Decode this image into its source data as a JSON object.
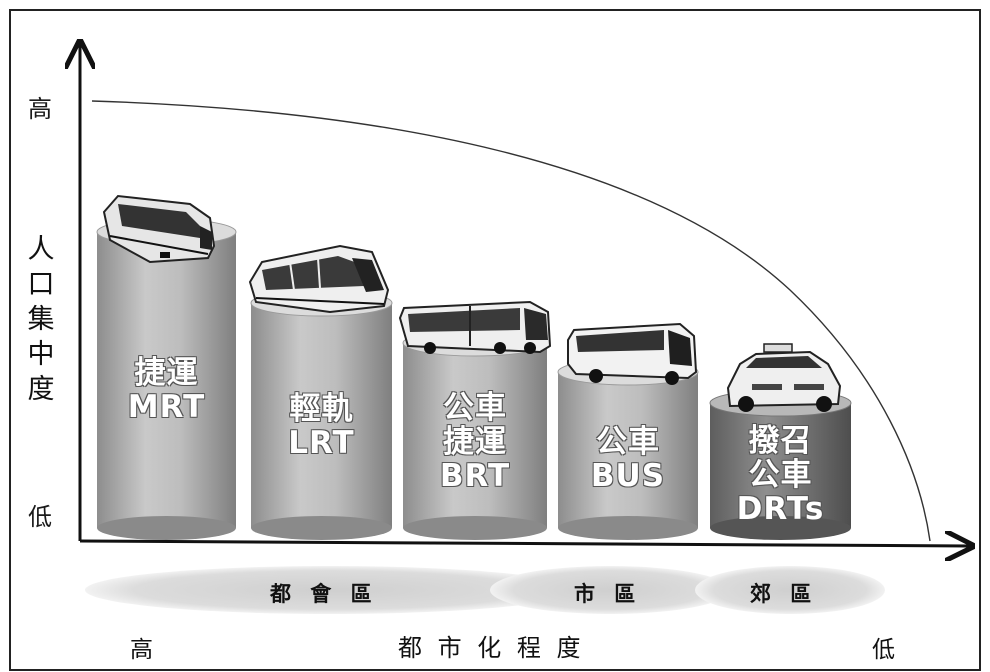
{
  "y_axis": {
    "high": "高",
    "low": "低",
    "title_chars": [
      "人",
      "口",
      "集",
      "中",
      "度"
    ]
  },
  "x_axis": {
    "high": "高",
    "low": "低",
    "title": "都 市 化 程 度"
  },
  "zones": {
    "urban": "都 會 區",
    "city": "市 區",
    "suburb": "郊 區"
  },
  "modes": [
    {
      "lines": [
        "捷運",
        "MRT"
      ],
      "vehicle": "metro-train"
    },
    {
      "lines": [
        "輕軌",
        "LRT"
      ],
      "vehicle": "light-rail-tram"
    },
    {
      "lines": [
        "公車",
        "捷運",
        "BRT"
      ],
      "vehicle": "articulated-bus"
    },
    {
      "lines": [
        "公車",
        "BUS"
      ],
      "vehicle": "city-bus"
    },
    {
      "lines": [
        "撥召",
        "公車",
        "DRTs"
      ],
      "vehicle": "taxi-car"
    }
  ],
  "colors": {
    "cylinder": "#b5b5b5",
    "cylinder_dark": "#8a8a8a",
    "cylinder_top": "#d9d9d9",
    "curve": "#333333",
    "zone_band": "#d4d4d4"
  }
}
